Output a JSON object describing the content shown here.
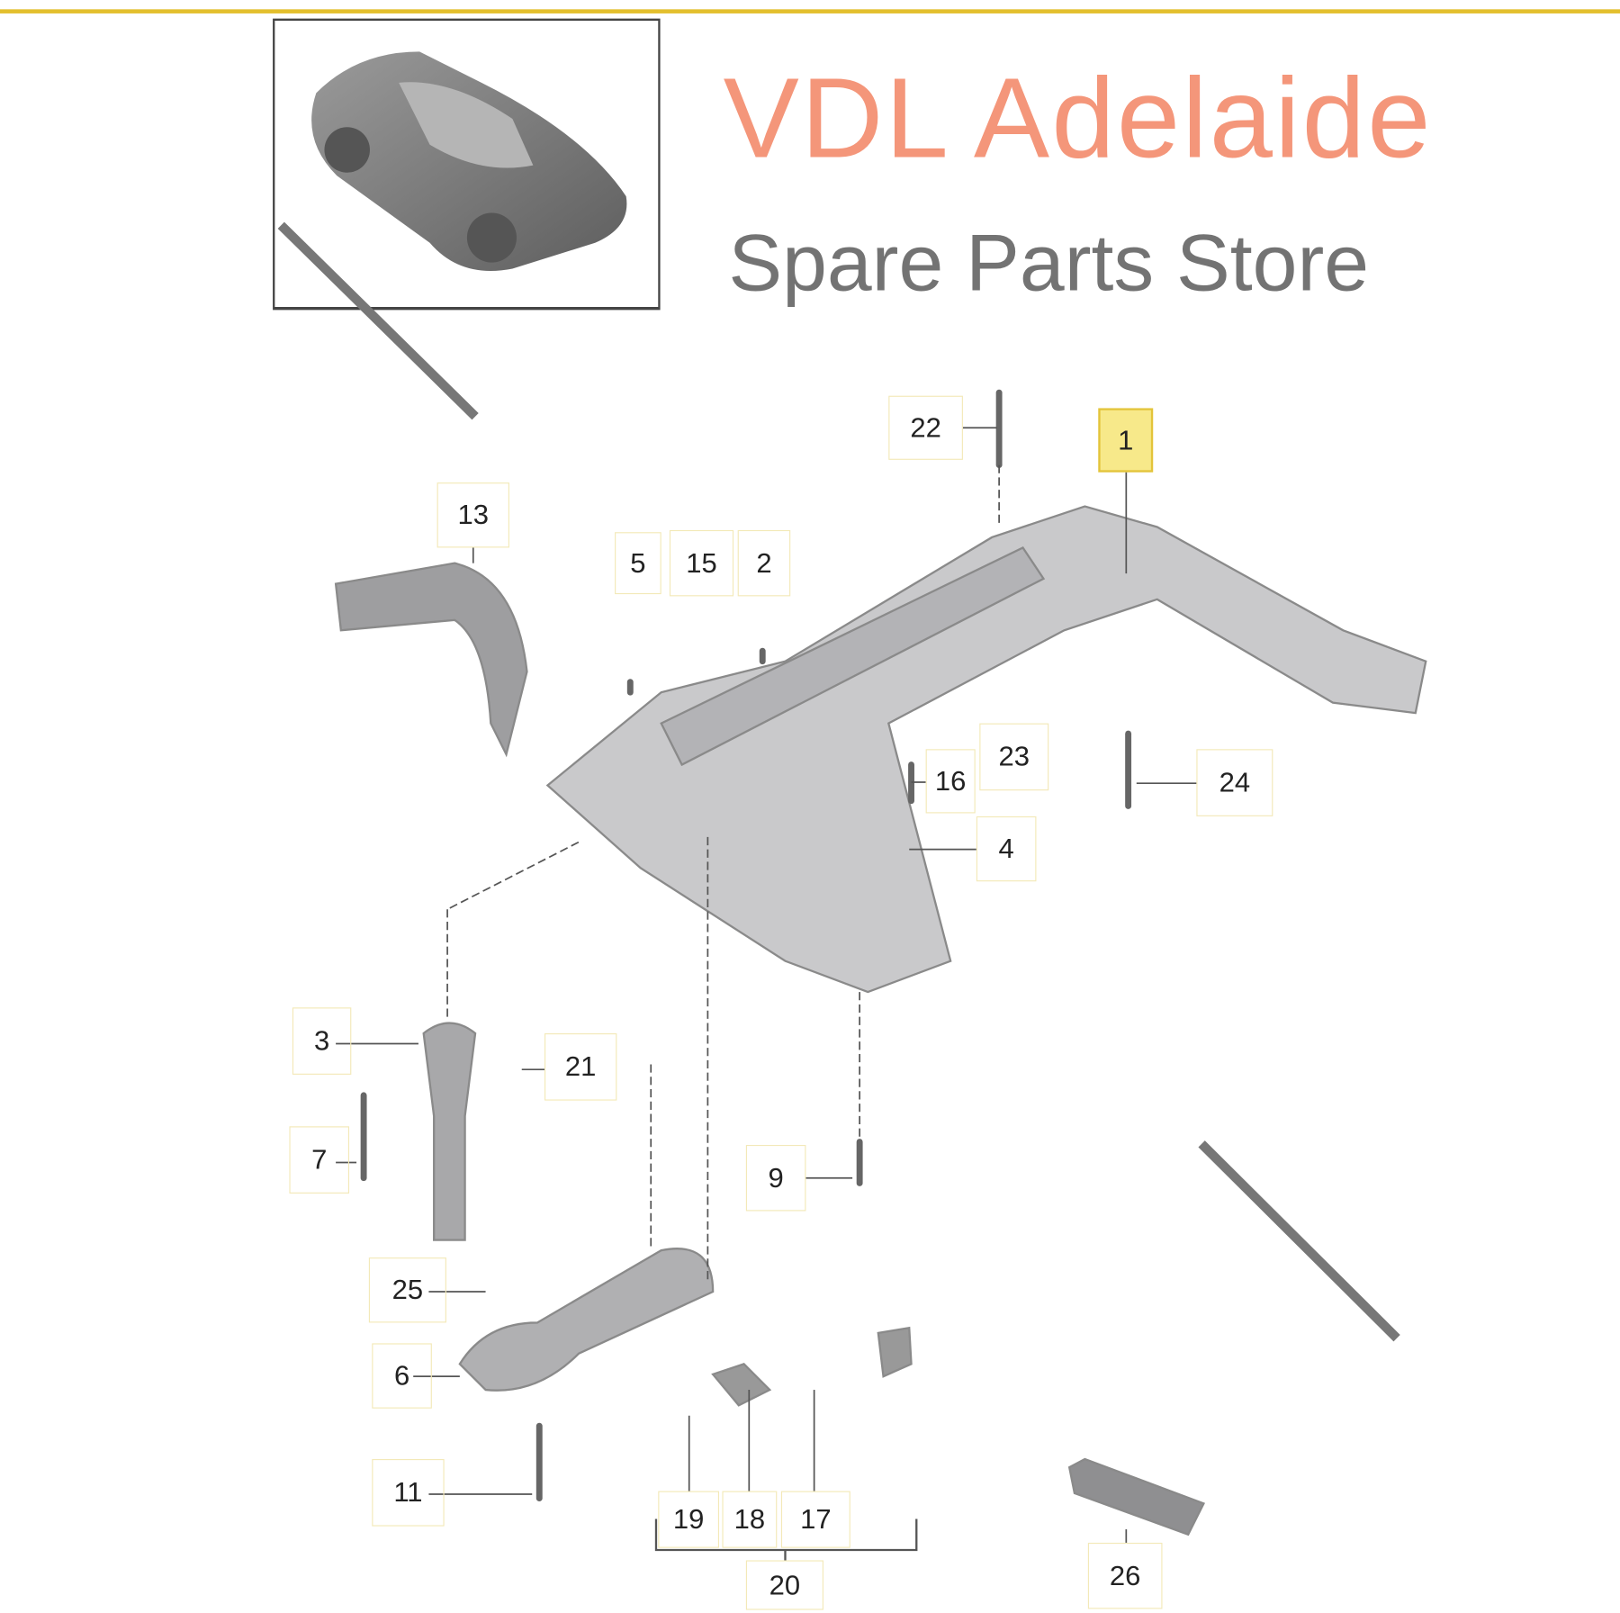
{
  "diagram": {
    "accent_color": "#e3bf2d",
    "selected_color": "#f7e98a",
    "inset": {
      "icon": "car-overview-icon"
    },
    "callouts": [
      {
        "label": "22"
      },
      {
        "label": "1",
        "selected": true
      },
      {
        "label": "13"
      },
      {
        "label": "5"
      },
      {
        "label": "15"
      },
      {
        "label": "2"
      },
      {
        "label": "16"
      },
      {
        "label": "23"
      },
      {
        "label": "24"
      },
      {
        "label": "4"
      },
      {
        "label": "3"
      },
      {
        "label": "21"
      },
      {
        "label": "7"
      },
      {
        "label": "9"
      },
      {
        "label": "25"
      },
      {
        "label": "6"
      },
      {
        "label": "11"
      },
      {
        "label": "19"
      },
      {
        "label": "18"
      },
      {
        "label": "17"
      },
      {
        "label": "20"
      },
      {
        "label": "26"
      }
    ]
  },
  "watermark": {
    "line1": "VDL Adelaide",
    "line2": "Spare Parts Store",
    "color1": "#f06e46",
    "color2": "#5a5a5a"
  }
}
